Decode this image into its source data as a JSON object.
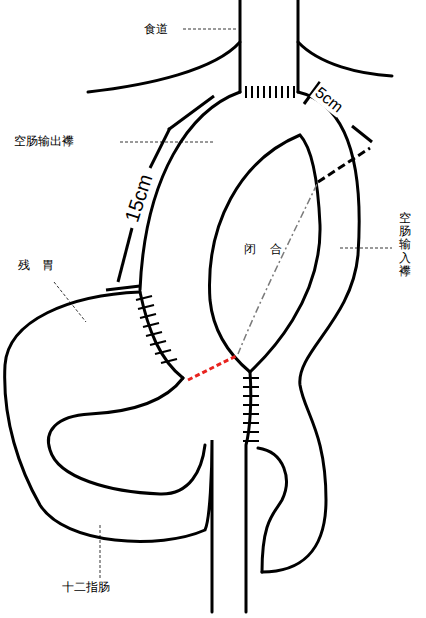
{
  "diagram": {
    "labels": [
      "食道",
      "5cm",
      "空肠输出襻",
      "15cm",
      "空肠输入襻",
      "残胃",
      "闭合",
      "十二指肠"
    ]
  }
}
